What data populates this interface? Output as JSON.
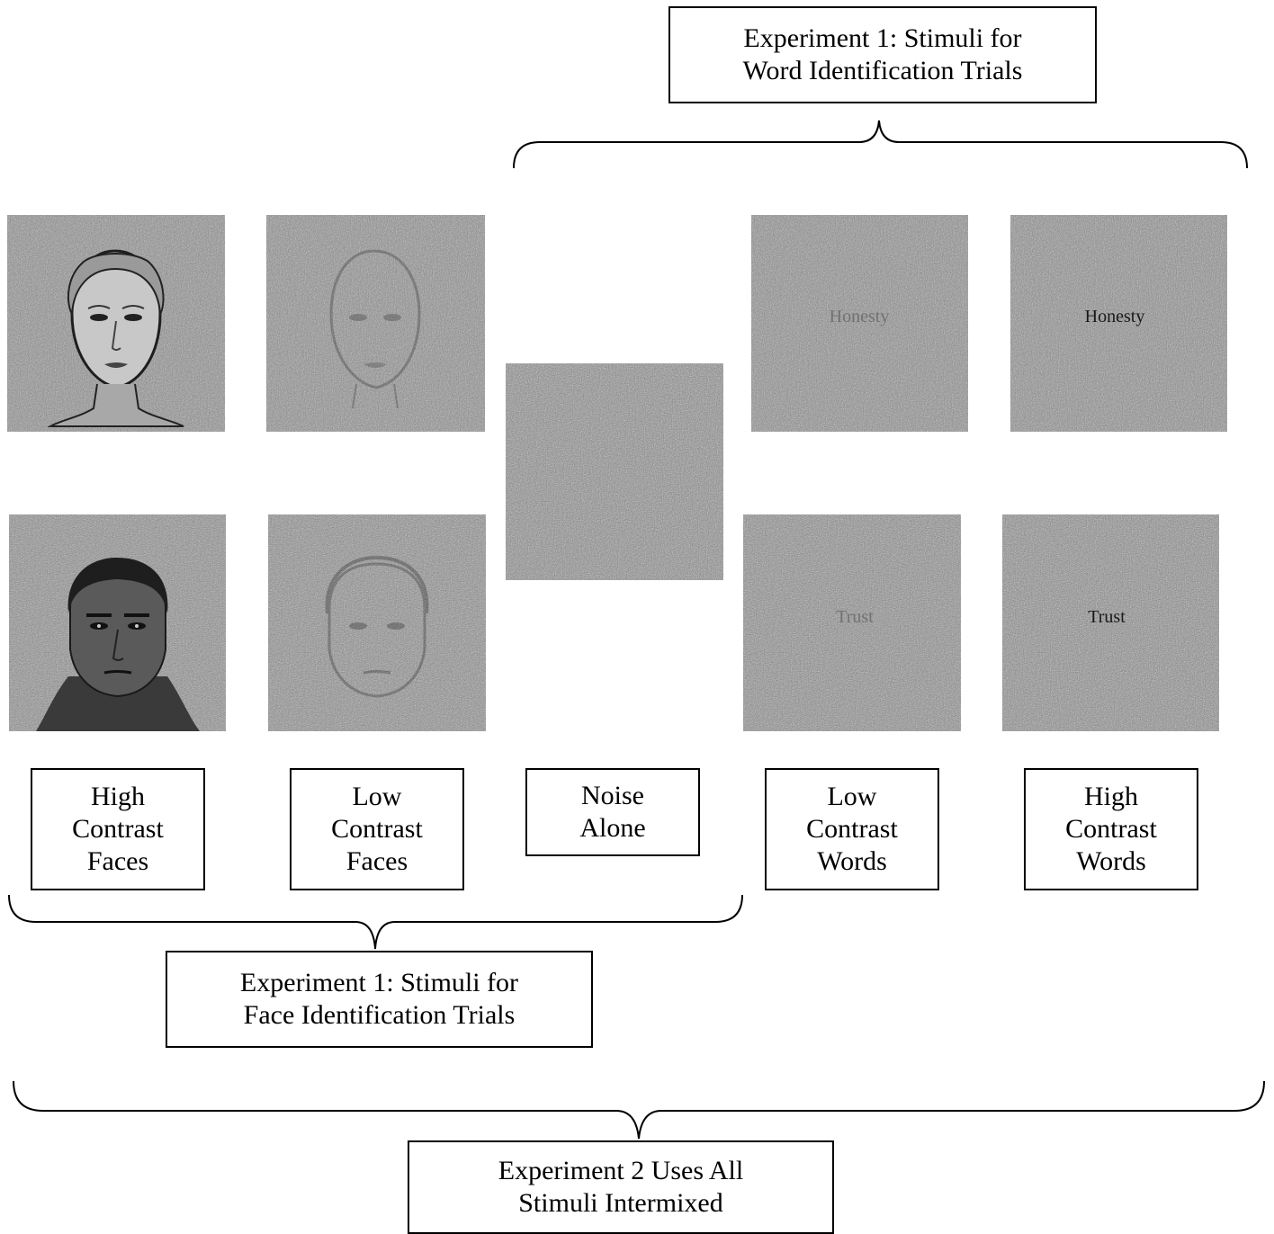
{
  "labels": {
    "exp1_word": "Experiment 1: Stimuli for\nWord Identification Trials",
    "exp1_face": "Experiment 1: Stimuli for\nFace Identification Trials",
    "exp2": "Experiment 2 Uses All\nStimuli Intermixed",
    "high_faces": "High\nContrast\nFaces",
    "low_faces": "Low\nContrast\nFaces",
    "noise": "Noise\nAlone",
    "low_words": "Low\nContrast\nWords",
    "high_words": "High\nContrast\nWords"
  },
  "tiles": {
    "high_word_top": "Honesty",
    "high_word_bottom": "Trust",
    "low_word_top": "Honesty",
    "low_word_bottom": "Trust"
  }
}
